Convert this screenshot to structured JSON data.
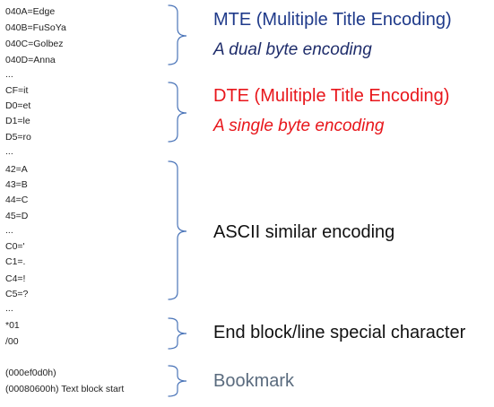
{
  "mappings": [
    "040A=Edge",
    "040B=FuSoYa",
    "040C=Golbez",
    "040D=Anna",
    "...",
    "CF=it",
    "D0=et",
    "D1=le",
    "D5=ro",
    "...",
    "42=A",
    "43=B",
    "44=C",
    "45=D",
    "...",
    "C0='",
    "C1=.",
    "C4=!",
    "C5=?",
    "...",
    "*01",
    "/00",
    "(000ef0d0h)",
    "(00080600h) Text block start"
  ],
  "groups": {
    "mte": {
      "title": "MTE (Mulitiple Title Encoding)",
      "subtitle": "A dual byte encoding",
      "title_color": "#1f3a8a",
      "subtitle_color": "#1f2d6b"
    },
    "dte": {
      "title": "DTE (Mulitiple Title Encoding)",
      "subtitle": "A single byte encoding",
      "color": "#e8161b"
    },
    "ascii": {
      "title": "ASCII similar encoding",
      "color": "#111111"
    },
    "end": {
      "title": "End block/line special character",
      "color": "#111111"
    },
    "bookmark": {
      "title": "Bookmark",
      "color": "#5a6b7e"
    }
  },
  "brace_color": "#4a74b8"
}
